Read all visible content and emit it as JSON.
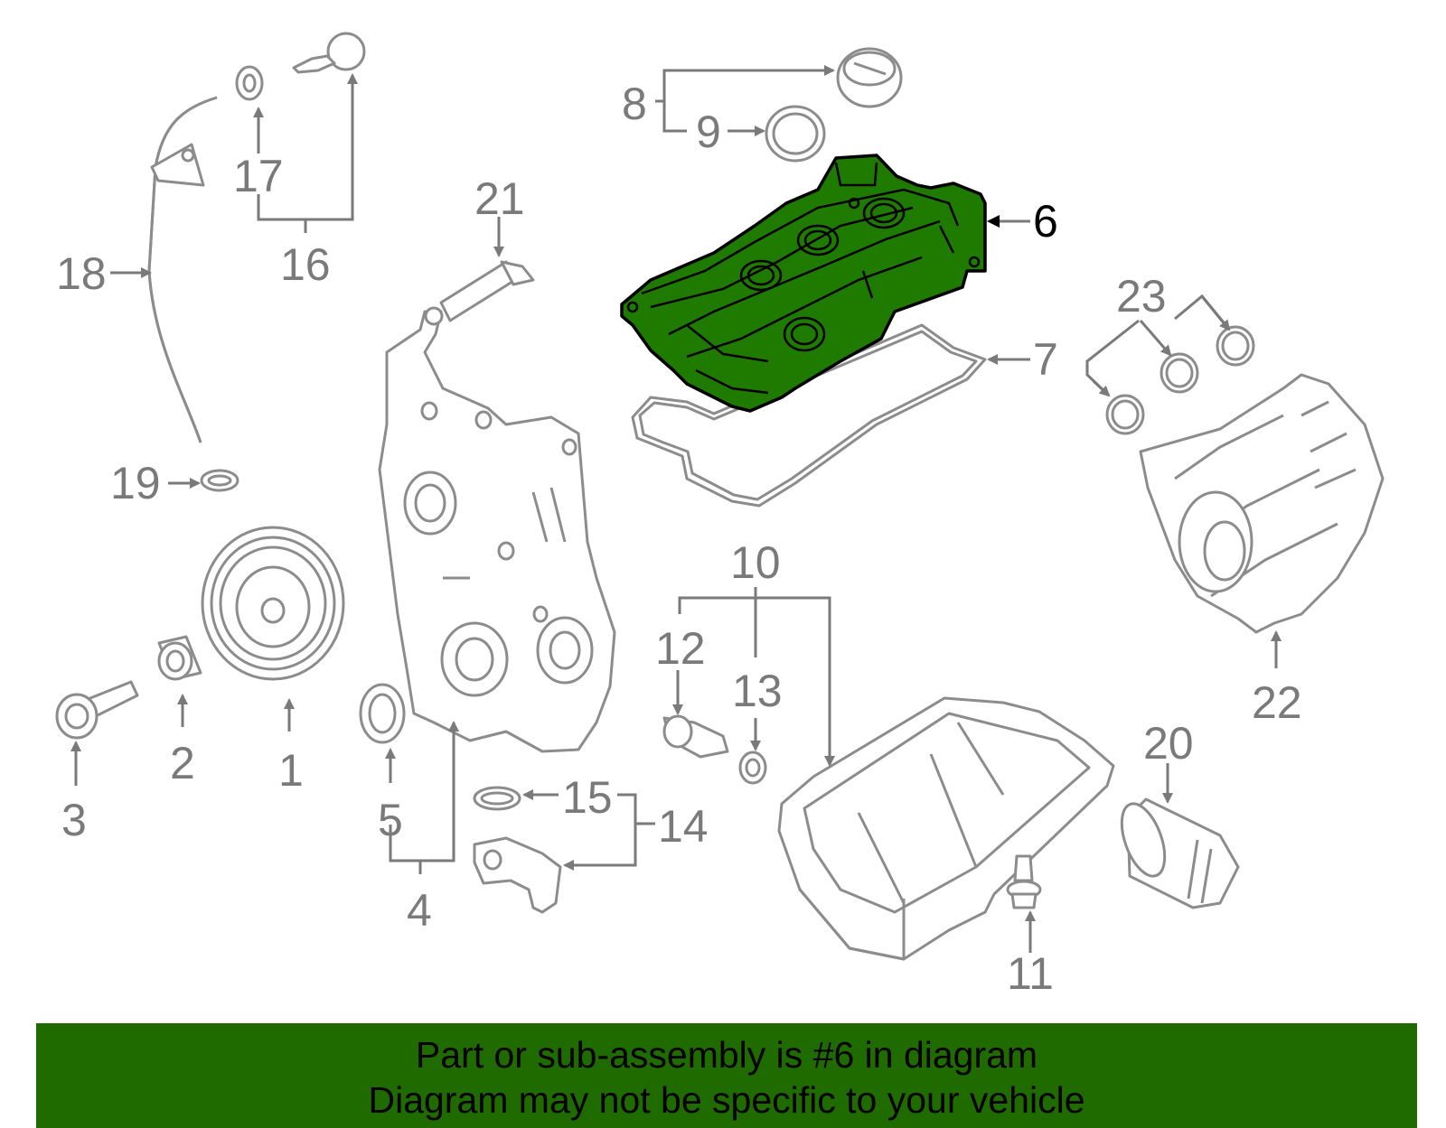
{
  "diagram": {
    "highlight_color": "#1f7a00",
    "highlighted_part": "6",
    "labels": {
      "p1": "1",
      "p2": "2",
      "p3": "3",
      "p4": "4",
      "p5": "5",
      "p6": "6",
      "p7": "7",
      "p8": "8",
      "p9": "9",
      "p10": "10",
      "p11": "11",
      "p12": "12",
      "p13": "13",
      "p14": "14",
      "p15": "15",
      "p16": "16",
      "p17": "17",
      "p18": "18",
      "p19": "19",
      "p20": "20",
      "p21": "21",
      "p22": "22",
      "p23": "23"
    }
  },
  "banner": {
    "line1": "Part or sub-assembly is #6 in diagram",
    "line2": "Diagram may not be specific to your vehicle",
    "color": "#1f6b00"
  }
}
